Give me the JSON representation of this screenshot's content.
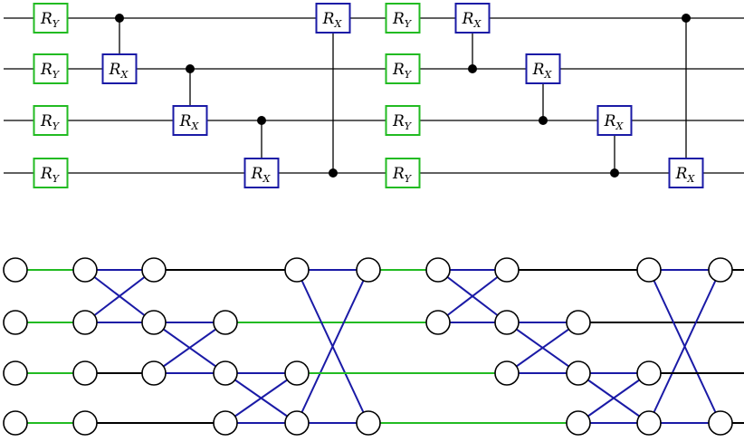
{
  "circuit": {
    "wire_count": 4,
    "colors": {
      "ry": "#22bb22",
      "rx": "#1a1aa6",
      "wire": "#000000"
    },
    "gate_labels": {
      "ry": "R",
      "ry_sub": "Y",
      "rx": "R",
      "rx_sub": "X"
    },
    "columns": [
      {
        "kind": "ry",
        "wires": [
          0,
          1,
          2,
          3
        ]
      },
      {
        "kind": "rx",
        "control": 0,
        "target": 1
      },
      {
        "kind": "rx",
        "control": 1,
        "target": 2
      },
      {
        "kind": "rx",
        "control": 2,
        "target": 3
      },
      {
        "kind": "rx",
        "control": 3,
        "target": 0
      },
      {
        "kind": "ry",
        "wires": [
          0,
          1,
          2,
          3
        ]
      },
      {
        "kind": "rx",
        "control": 1,
        "target": 0
      },
      {
        "kind": "rx",
        "control": 2,
        "target": 1
      },
      {
        "kind": "rx",
        "control": 3,
        "target": 2
      },
      {
        "kind": "rx",
        "control": 0,
        "target": 3
      }
    ]
  },
  "graph": {
    "row_count": 4,
    "colors": {
      "green": "#22bb22",
      "blue": "#1a1aa6",
      "black": "#000000"
    },
    "columns_per_row": [
      [
        0,
        1,
        2,
        4,
        5,
        6,
        7,
        9,
        10
      ],
      [
        0,
        1,
        2,
        3,
        6,
        7,
        8
      ],
      [
        0,
        1,
        2,
        3,
        4,
        7,
        8,
        9
      ],
      [
        0,
        1,
        3,
        4,
        5,
        8,
        9,
        10
      ]
    ],
    "edges": [
      {
        "from": [
          0,
          0
        ],
        "to": [
          0,
          1
        ],
        "color": "green"
      },
      {
        "from": [
          1,
          0
        ],
        "to": [
          1,
          1
        ],
        "color": "green"
      },
      {
        "from": [
          2,
          0
        ],
        "to": [
          2,
          1
        ],
        "color": "green"
      },
      {
        "from": [
          3,
          0
        ],
        "to": [
          3,
          1
        ],
        "color": "green"
      },
      {
        "from": [
          0,
          1
        ],
        "to": [
          0,
          2
        ],
        "color": "blue"
      },
      {
        "from": [
          1,
          1
        ],
        "to": [
          1,
          2
        ],
        "color": "blue"
      },
      {
        "from": [
          0,
          1
        ],
        "to": [
          1,
          2
        ],
        "color": "blue"
      },
      {
        "from": [
          1,
          1
        ],
        "to": [
          0,
          2
        ],
        "color": "blue"
      },
      {
        "from": [
          2,
          1
        ],
        "to": [
          2,
          2
        ],
        "color": "black"
      },
      {
        "from": [
          3,
          1
        ],
        "to": [
          3,
          3
        ],
        "color": "black"
      },
      {
        "from": [
          0,
          2
        ],
        "to": [
          0,
          4
        ],
        "color": "black"
      },
      {
        "from": [
          1,
          2
        ],
        "to": [
          1,
          3
        ],
        "color": "blue"
      },
      {
        "from": [
          2,
          2
        ],
        "to": [
          2,
          3
        ],
        "color": "blue"
      },
      {
        "from": [
          1,
          2
        ],
        "to": [
          2,
          3
        ],
        "color": "blue"
      },
      {
        "from": [
          2,
          2
        ],
        "to": [
          1,
          3
        ],
        "color": "blue"
      },
      {
        "from": [
          1,
          3
        ],
        "to": [
          1,
          6
        ],
        "color": "green"
      },
      {
        "from": [
          2,
          3
        ],
        "to": [
          2,
          4
        ],
        "color": "blue"
      },
      {
        "from": [
          3,
          3
        ],
        "to": [
          3,
          4
        ],
        "color": "blue"
      },
      {
        "from": [
          2,
          3
        ],
        "to": [
          3,
          4
        ],
        "color": "blue"
      },
      {
        "from": [
          3,
          3
        ],
        "to": [
          2,
          4
        ],
        "color": "blue"
      },
      {
        "from": [
          0,
          4
        ],
        "to": [
          0,
          5
        ],
        "color": "blue"
      },
      {
        "from": [
          3,
          4
        ],
        "to": [
          3,
          5
        ],
        "color": "blue"
      },
      {
        "from": [
          0,
          4
        ],
        "to": [
          3,
          5
        ],
        "color": "blue"
      },
      {
        "from": [
          3,
          4
        ],
        "to": [
          0,
          5
        ],
        "color": "blue"
      },
      {
        "from": [
          2,
          4
        ],
        "to": [
          2,
          7
        ],
        "color": "green"
      },
      {
        "from": [
          0,
          5
        ],
        "to": [
          0,
          6
        ],
        "color": "green"
      },
      {
        "from": [
          3,
          5
        ],
        "to": [
          3,
          8
        ],
        "color": "green"
      },
      {
        "from": [
          0,
          6
        ],
        "to": [
          0,
          7
        ],
        "color": "blue"
      },
      {
        "from": [
          1,
          6
        ],
        "to": [
          1,
          7
        ],
        "color": "blue"
      },
      {
        "from": [
          0,
          6
        ],
        "to": [
          1,
          7
        ],
        "color": "blue"
      },
      {
        "from": [
          1,
          6
        ],
        "to": [
          0,
          7
        ],
        "color": "blue"
      },
      {
        "from": [
          0,
          7
        ],
        "to": [
          0,
          9
        ],
        "color": "black"
      },
      {
        "from": [
          1,
          7
        ],
        "to": [
          1,
          8
        ],
        "color": "blue"
      },
      {
        "from": [
          2,
          7
        ],
        "to": [
          2,
          8
        ],
        "color": "blue"
      },
      {
        "from": [
          1,
          7
        ],
        "to": [
          2,
          8
        ],
        "color": "blue"
      },
      {
        "from": [
          2,
          7
        ],
        "to": [
          1,
          8
        ],
        "color": "blue"
      },
      {
        "from": [
          1,
          8
        ],
        "to": [
          1,
          11
        ],
        "color": "black"
      },
      {
        "from": [
          2,
          8
        ],
        "to": [
          2,
          9
        ],
        "color": "blue"
      },
      {
        "from": [
          3,
          8
        ],
        "to": [
          3,
          9
        ],
        "color": "blue"
      },
      {
        "from": [
          2,
          8
        ],
        "to": [
          3,
          9
        ],
        "color": "blue"
      },
      {
        "from": [
          3,
          8
        ],
        "to": [
          2,
          9
        ],
        "color": "blue"
      },
      {
        "from": [
          0,
          9
        ],
        "to": [
          0,
          10
        ],
        "color": "blue"
      },
      {
        "from": [
          3,
          9
        ],
        "to": [
          3,
          10
        ],
        "color": "blue"
      },
      {
        "from": [
          0,
          9
        ],
        "to": [
          3,
          10
        ],
        "color": "blue"
      },
      {
        "from": [
          3,
          9
        ],
        "to": [
          0,
          10
        ],
        "color": "blue"
      },
      {
        "from": [
          2,
          9
        ],
        "to": [
          2,
          11
        ],
        "color": "black"
      },
      {
        "from": [
          0,
          10
        ],
        "to": [
          0,
          11
        ],
        "color": "black"
      },
      {
        "from": [
          3,
          10
        ],
        "to": [
          3,
          11
        ],
        "color": "black"
      }
    ]
  }
}
